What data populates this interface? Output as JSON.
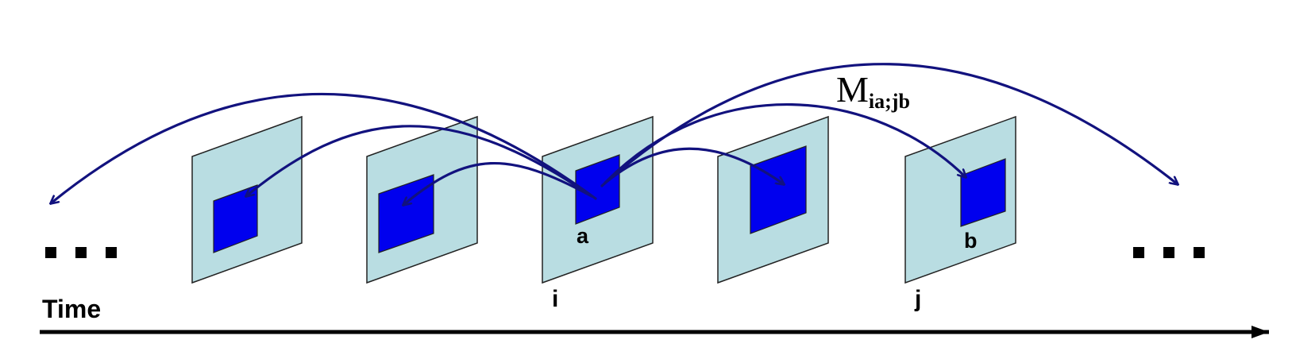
{
  "labels": {
    "time": "Time",
    "frame_i": "i",
    "frame_j": "j",
    "region_a": "a",
    "region_b": "b",
    "match_symbol": "M",
    "match_subscript": "ia;jb"
  },
  "colors": {
    "frame_fill": "#b9dde2",
    "patch_fill": "#0000ee",
    "arrow": "#12127e",
    "axis": "#000000"
  },
  "frame_count": 5
}
